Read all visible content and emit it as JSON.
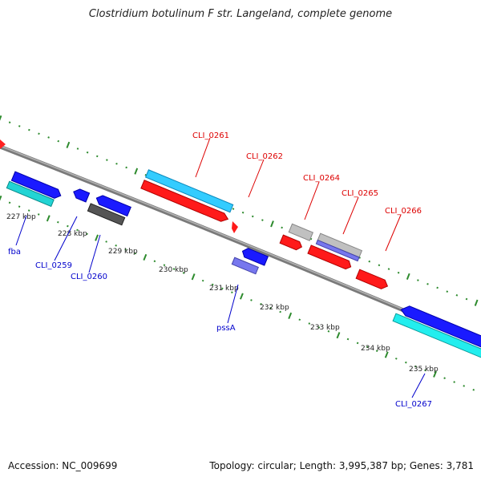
{
  "title": "Clostridium botulinum F str. Langeland, complete genome",
  "footer": {
    "accession": "Accession: NC_009699",
    "stats": "Topology: circular; Length: 3,995,387 bp; Genes: 3,781"
  },
  "colors": {
    "backbone": "#8a8a8a",
    "tick": "#2e8b2e",
    "forward_cds": "#ff1a1a",
    "forward_gene": "#33ccff",
    "reverse_cds": "#1a1aff",
    "reverse_gene": "#22d4d4",
    "label_forward": "#dd0000",
    "label_reverse": "#0000cc",
    "pseudo": "#b0b0b0"
  },
  "ticks": [
    "227 kbp",
    "228 kbp",
    "229 kbp",
    "230 kbp",
    "231 kbp",
    "232 kbp",
    "233 kbp",
    "234 kbp",
    "235 kbp"
  ],
  "forward_labels": [
    "CLI_0261",
    "CLI_0262",
    "CLI_0264",
    "CLI_0265",
    "CLI_0266"
  ],
  "reverse_labels": [
    "fba",
    "CLI_0259",
    "CLI_0260",
    "pssA",
    "CLI_0267"
  ]
}
